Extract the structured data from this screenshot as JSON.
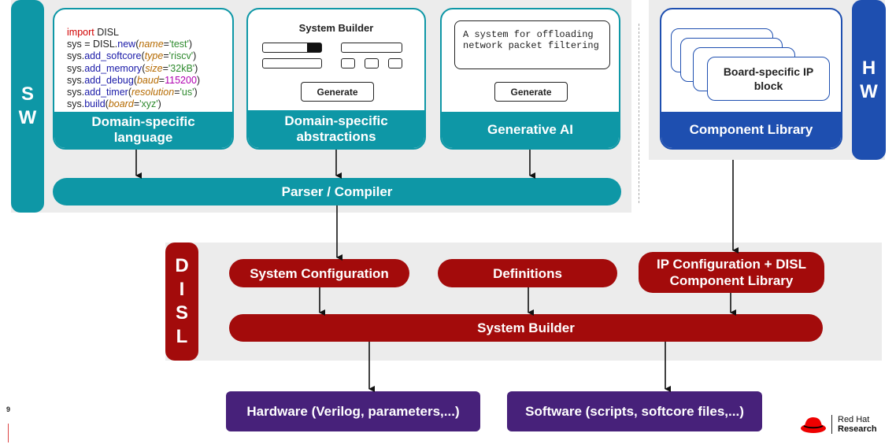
{
  "sw_label": [
    "S",
    "W"
  ],
  "hw_label": [
    "H",
    "W"
  ],
  "disl_label": [
    "D",
    "I",
    "S",
    "L"
  ],
  "dsl_card": {
    "code_lines": [
      [
        {
          "t": "import",
          "c": "kw"
        },
        {
          "t": " DISL",
          "c": ""
        }
      ],
      [
        {
          "t": "sys = DISL.",
          "c": ""
        },
        {
          "t": "new",
          "c": "fn"
        },
        {
          "t": "(",
          "c": ""
        },
        {
          "t": "name",
          "c": "par"
        },
        {
          "t": "=",
          "c": ""
        },
        {
          "t": "'test'",
          "c": "str"
        },
        {
          "t": ")",
          "c": ""
        }
      ],
      [
        {
          "t": "sys.",
          "c": ""
        },
        {
          "t": "add_softcore",
          "c": "fn"
        },
        {
          "t": "(",
          "c": ""
        },
        {
          "t": "type",
          "c": "par"
        },
        {
          "t": "=",
          "c": ""
        },
        {
          "t": "'riscv'",
          "c": "str"
        },
        {
          "t": ")",
          "c": ""
        }
      ],
      [
        {
          "t": "sys.",
          "c": ""
        },
        {
          "t": "add_memory",
          "c": "fn"
        },
        {
          "t": "(",
          "c": ""
        },
        {
          "t": "size",
          "c": "par"
        },
        {
          "t": "=",
          "c": ""
        },
        {
          "t": "'32kB'",
          "c": "str"
        },
        {
          "t": ")",
          "c": ""
        }
      ],
      [
        {
          "t": "sys.",
          "c": ""
        },
        {
          "t": "add_debug",
          "c": "fn"
        },
        {
          "t": "(",
          "c": ""
        },
        {
          "t": "baud",
          "c": "par"
        },
        {
          "t": "=",
          "c": ""
        },
        {
          "t": "115200",
          "c": "num"
        },
        {
          "t": ")",
          "c": ""
        }
      ],
      [
        {
          "t": "sys.",
          "c": ""
        },
        {
          "t": "add_timer",
          "c": "fn"
        },
        {
          "t": "(",
          "c": ""
        },
        {
          "t": "resolution",
          "c": "par"
        },
        {
          "t": "=",
          "c": ""
        },
        {
          "t": "'us'",
          "c": "str"
        },
        {
          "t": ")",
          "c": ""
        }
      ],
      [
        {
          "t": "sys.",
          "c": ""
        },
        {
          "t": "build",
          "c": "fn"
        },
        {
          "t": "(",
          "c": ""
        },
        {
          "t": "board",
          "c": "par"
        },
        {
          "t": "=",
          "c": ""
        },
        {
          "t": "'xyz'",
          "c": "str"
        },
        {
          "t": ")",
          "c": ""
        }
      ]
    ],
    "footer": "Domain-specific language"
  },
  "abstractions_card": {
    "title": "System Builder",
    "button": "Generate",
    "footer": "Domain-specific abstractions"
  },
  "genai_card": {
    "prompt": "A system for offloading network packet filtering",
    "button": "Generate",
    "footer": "Generative AI"
  },
  "component_card": {
    "ip_block": "Board-specific IP block",
    "footer": "Component Library"
  },
  "parser": "Parser / Compiler",
  "disl": {
    "system_configuration": "System Configuration",
    "definitions": "Definitions",
    "ip_configuration": "IP Configuration + DISL Component Library",
    "system_builder": "System Builder"
  },
  "outputs": {
    "hardware": "Hardware (Verilog, parameters,...)",
    "software": "Software (scripts, softcore files,...)"
  },
  "page_number": "9",
  "brand": {
    "line1": "Red Hat",
    "line2": "Research"
  },
  "colors": {
    "teal": "#0e97a6",
    "blue": "#1e4fb0",
    "red": "#a30b0b",
    "purple": "#47217a"
  }
}
